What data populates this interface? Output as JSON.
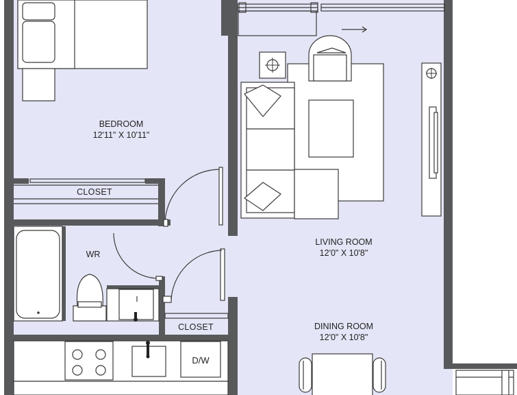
{
  "rooms": {
    "bedroom": {
      "name": "BEDROOM",
      "dims": "12'11\" X 10'11\""
    },
    "wr": {
      "name": "WR"
    },
    "living_room": {
      "name": "LIVING ROOM",
      "dims": "12'0\" X 10'8\""
    },
    "dining_room": {
      "name": "DINING ROOM",
      "dims": "12'0\" X 10'8\""
    }
  },
  "closets": {
    "bedroom_closet": "CLOSET",
    "hall_closet": "CLOSET"
  },
  "appliances": {
    "dishwasher": "D/W"
  },
  "colors": {
    "floor": "#e4e6f7",
    "wall": "#58595b",
    "outside": "#ffffff"
  },
  "icons": [
    "arrow-right-icon",
    "lamp-icon",
    "stove-burner-icon",
    "sink-icon",
    "toilet-icon",
    "bathtub-icon"
  ]
}
